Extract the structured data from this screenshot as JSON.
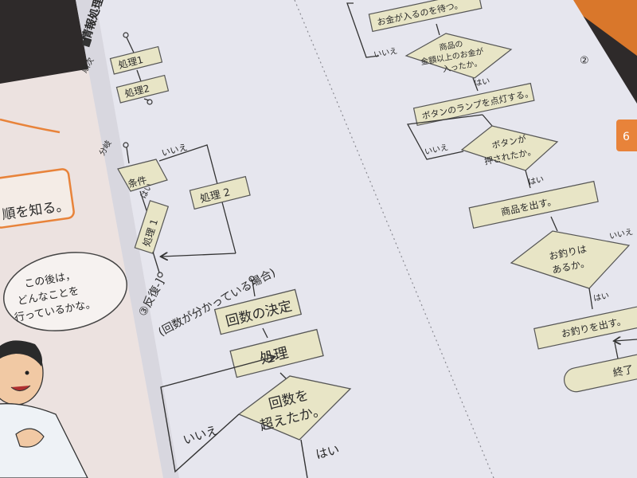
{
  "colors": {
    "page": "#e6e6ee",
    "left_page": "#ece2e0",
    "box_fill": "#e8e5c6",
    "box_stroke": "#555555",
    "accent_orange": "#e8833a",
    "line": "#333333"
  },
  "section_title": "情報処理の手順の",
  "seq": {
    "title": "順次",
    "step1": "処理1",
    "step2": "処理2"
  },
  "branch": {
    "title": "分岐",
    "condition": "条件",
    "yes": "はい",
    "no": "いいえ",
    "proc1": "処理 1",
    "proc2": "処理 2"
  },
  "loop": {
    "title": "③反復-]",
    "subtitle": "(回数が分かっている場合)",
    "count_box": "回数の決定",
    "proc_box": "処理",
    "decision_line1": "回数を",
    "decision_line2": "超えたか。",
    "no": "いいえ",
    "yes": "はい"
  },
  "left_page": {
    "fragment": "順を知る。",
    "bubble_line1": "この後は，",
    "bubble_line2": "どんなことを",
    "bubble_line3": "行っているかな。"
  },
  "right_flow": {
    "wait_coin": "お金が入るのを待つ。",
    "dec1_line1": "商品の",
    "dec1_line2": "金額以上のお金が",
    "dec1_line3": "入ったか。",
    "no1": "いいえ",
    "yes1": "はい",
    "lamp": "ボタンのランプを点灯する。",
    "dec2_line1": "ボタンが",
    "dec2_line2": "押されたか。",
    "no2": "いいえ",
    "yes2": "はい",
    "dispense": "商品を出す。",
    "dec3_line1": "お釣りは",
    "dec3_line2": "あるか。",
    "no3": "いいえ",
    "yes3": "はい",
    "change": "お釣りを出す。",
    "end": "終了",
    "page_mark": "②",
    "tab_mark": "6"
  }
}
